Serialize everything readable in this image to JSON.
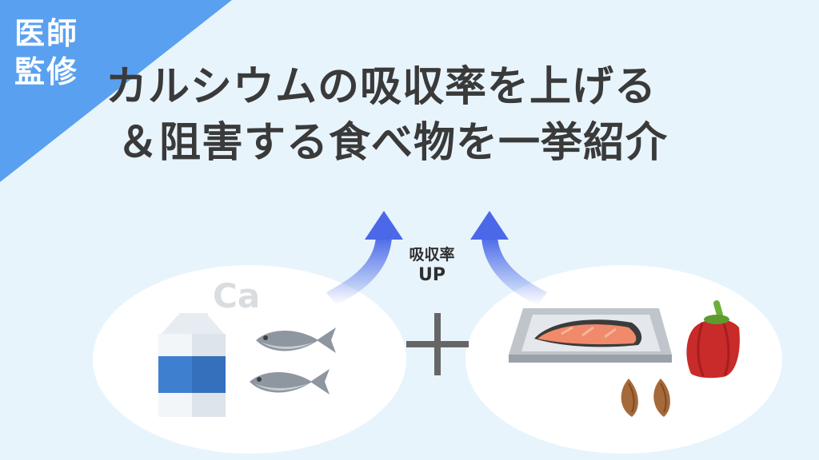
{
  "badge": {
    "line1": "医師",
    "line2": "監修"
  },
  "title": {
    "line1": "カルシウムの吸収率を上げる",
    "line2": "＆阻害する食べ物を一挙紹介"
  },
  "center_label": {
    "line1": "吸収率",
    "line2": "UP"
  },
  "left_plate": {
    "mineral_label": "Ca",
    "items": [
      "milk-carton-icon",
      "fish-icon",
      "fish-icon"
    ]
  },
  "right_plate": {
    "items": [
      "salmon-fillet-icon",
      "red-bell-pepper-icon",
      "almond-icon"
    ]
  },
  "colors": {
    "background": "#e8f4fc",
    "corner_accent": "#5aa0f0",
    "arrow": "#4a68e8",
    "title_text": "#3a3a3a",
    "plate": "#ffffff"
  }
}
